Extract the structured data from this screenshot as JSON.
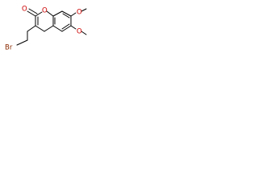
{
  "molecule": {
    "atoms": {
      "carbonyl_oxygen": "O",
      "ring_oxygen": "O",
      "methoxy_oxygen_upper": "O",
      "methoxy_oxygen_lower": "O",
      "bromine": "Br"
    }
  },
  "colors": {
    "bond": "#000000",
    "oxygen": "#cc0000",
    "bromine": "#8a2a00"
  }
}
